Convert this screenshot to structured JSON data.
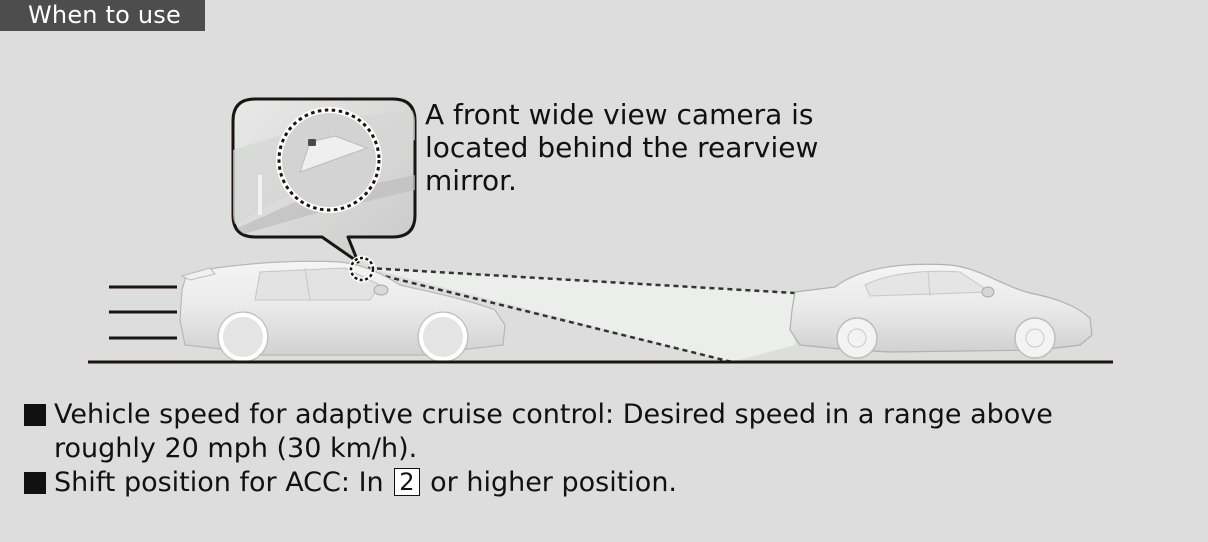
{
  "header": {
    "section_label": "When to use"
  },
  "illustration": {
    "callout_lines": [
      "A front wide view camera is",
      "located behind the rearview",
      "mirror."
    ],
    "icons": {
      "camera": "front-wide-view-camera",
      "own_vehicle": "hatchback-car",
      "lead_vehicle": "sedan-car",
      "motion_lines": "speed-lines"
    },
    "colors": {
      "background": "#dcdddc",
      "ink": "#1a1412",
      "beam": "#eceeec"
    }
  },
  "conditions": [
    {
      "line1": "Vehicle speed for adaptive cruise control: Desired speed in a range above",
      "line2": "roughly 20 mph (30 km/h)."
    },
    {
      "prefix": "Shift position for ACC: In",
      "key": "2",
      "suffix": "or higher position."
    }
  ]
}
